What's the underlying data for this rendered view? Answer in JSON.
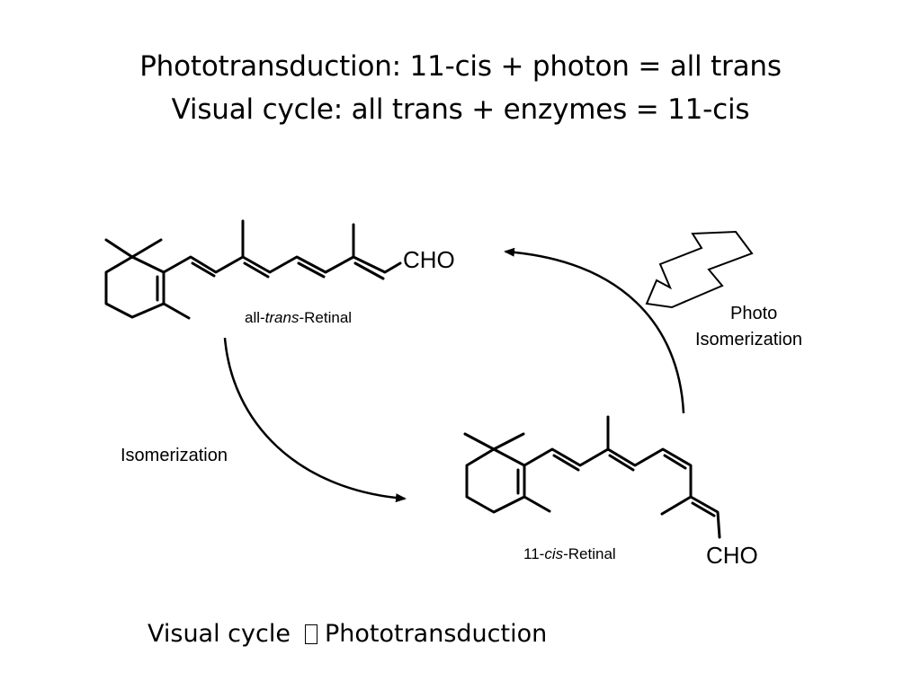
{
  "slide": {
    "title_line1": "Phototransduction: 11-cis + photon = all trans",
    "title_line2": "Visual cycle: all trans + enzymes = 11-cis"
  },
  "diagram": {
    "all_trans_label_prefix": "all-",
    "all_trans_label_italic": "trans",
    "all_trans_label_suffix": "-Retinal",
    "cis_label_prefix": "11-",
    "cis_label_italic": "cis",
    "cis_label_suffix": "-Retinal",
    "cho_top": "CHO",
    "cho_bottom": "CHO",
    "isomerization_label": "Isomerization",
    "photo_label_line1": "Photo",
    "photo_label_line2": "Isomerization",
    "lightning_icon": "lightning-bolt-arrow-icon"
  },
  "footer": {
    "left_text": "Visual cycle",
    "box_icon": "unrendered-glyph-box-icon",
    "right_text": "Phototransduction"
  }
}
